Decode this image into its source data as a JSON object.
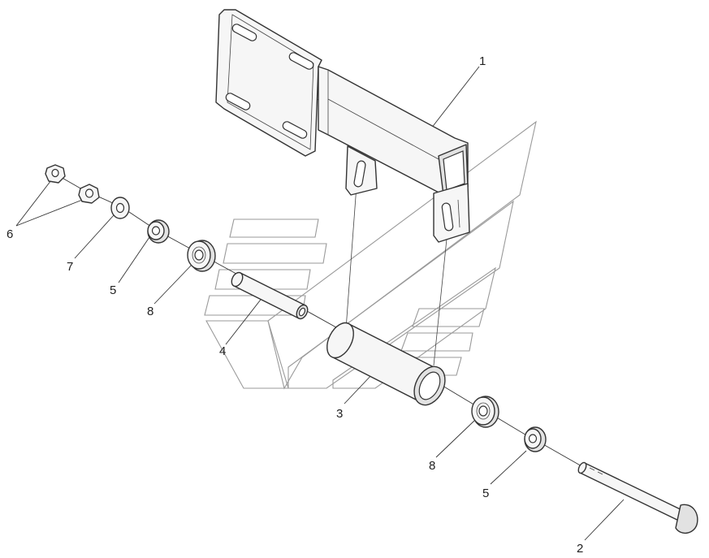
{
  "callouts": [
    {
      "id": "callout-1",
      "label": "1"
    },
    {
      "id": "callout-2",
      "label": "2"
    },
    {
      "id": "callout-3",
      "label": "3"
    },
    {
      "id": "callout-4",
      "label": "4"
    },
    {
      "id": "callout-5-upper",
      "label": "5"
    },
    {
      "id": "callout-5-lower",
      "label": "5"
    },
    {
      "id": "callout-6",
      "label": "6"
    },
    {
      "id": "callout-7",
      "label": "7"
    },
    {
      "id": "callout-8-upper",
      "label": "8"
    },
    {
      "id": "callout-8-lower",
      "label": "8"
    }
  ],
  "colors": {
    "line": "#333333",
    "watermark": "#9a9a9a",
    "background": "#ffffff"
  }
}
